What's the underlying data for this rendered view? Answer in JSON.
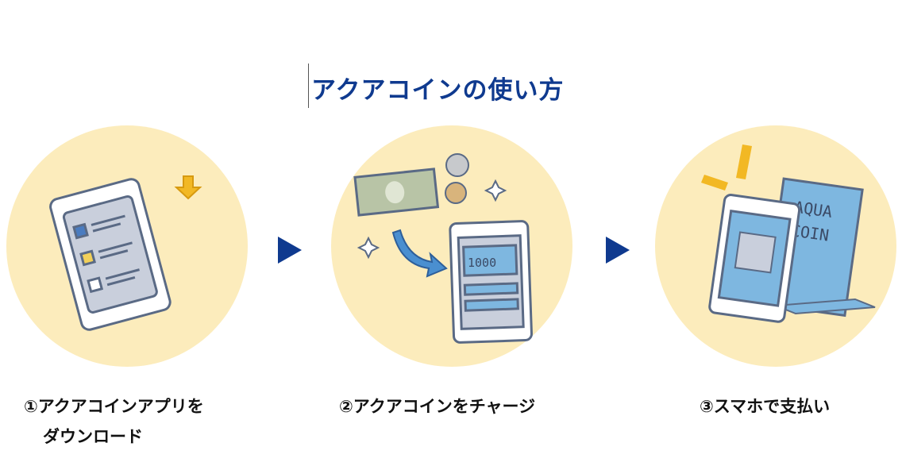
{
  "title": "アクアコインの使い方",
  "steps": [
    {
      "label_line1": "①アクアコインアプリを",
      "label_line2": "ダウンロード",
      "illustration": "phone-download-illustration"
    },
    {
      "label_line1": "②アクアコインをチャージ",
      "illustration": "charge-illustration",
      "screen_text": "1000"
    },
    {
      "label_line1": "③スマホで支払い",
      "illustration": "qr-payment-illustration",
      "card_text_1": "AQUA",
      "card_text_2": "COIN"
    }
  ],
  "colors": {
    "title": "#0f3a8f",
    "circle": "#fcecbc",
    "arrow": "#0f3a8f",
    "accent": "#f2b824",
    "screen_blue": "#7eb7e0"
  }
}
